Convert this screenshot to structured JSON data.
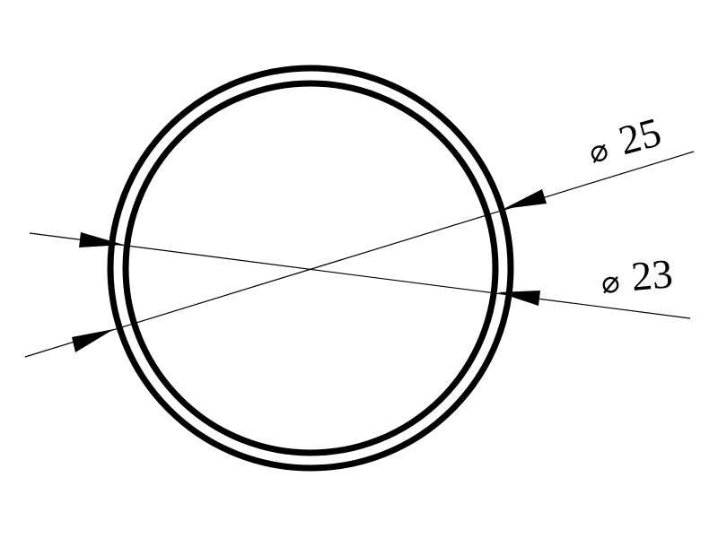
{
  "drawing": {
    "outer_circle": {
      "diameter": 25
    },
    "inner_circle": {
      "diameter": 23
    },
    "dimensions": [
      {
        "id": "outer",
        "symbol": "⌀",
        "value": "25"
      },
      {
        "id": "inner",
        "symbol": "⌀",
        "value": "23"
      }
    ],
    "colors": {
      "line": "#000000",
      "background": "#ffffff"
    }
  }
}
